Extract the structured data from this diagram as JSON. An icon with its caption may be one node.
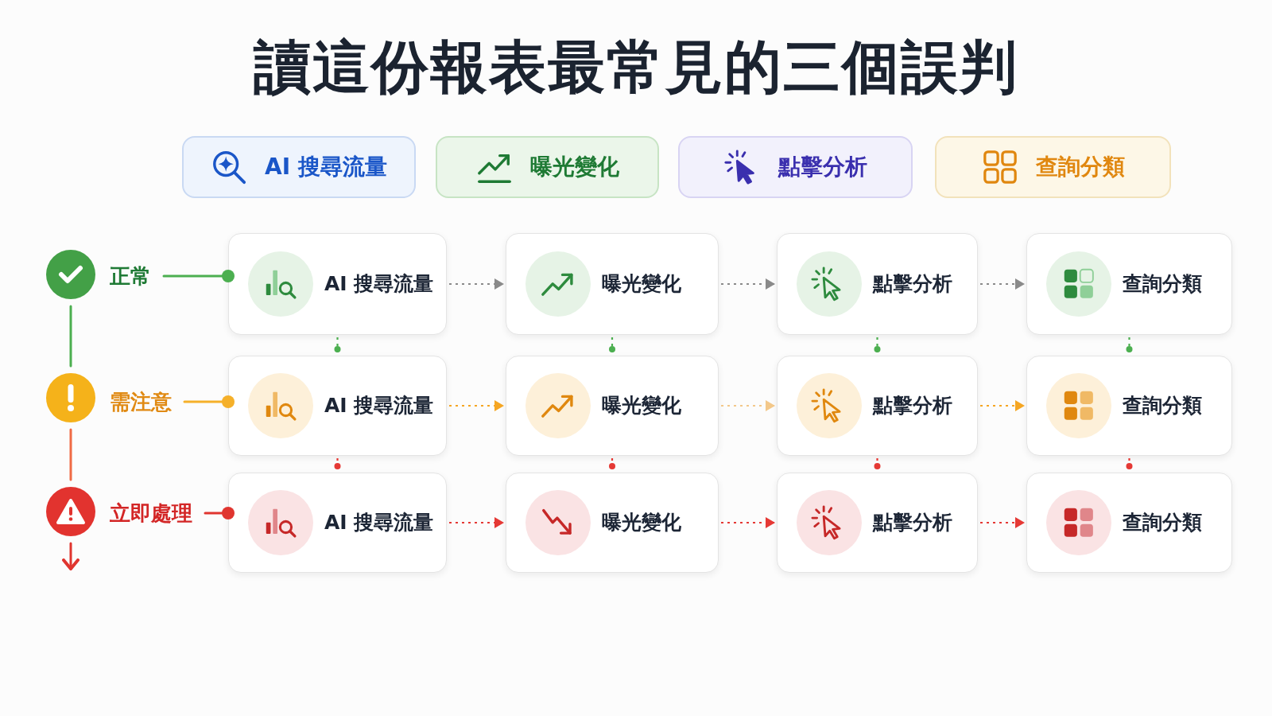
{
  "diagram": {
    "title": "讀這份報表最常見的三個誤判",
    "nodes": [
      {
        "text": [
          "AI 搜尋流量"
        ]
      },
      {
        "text": [
          "曝光變化"
        ]
      },
      {
        "text": [
          "點擊分析"
        ]
      },
      {
        "text": [
          "查詢分類"
        ]
      },
      {
        "text": [],
        "shape": "circle"
      },
      {
        "text": [
          "正常"
        ]
      },
      {
        "text": [
          "AI 搜尋流量"
        ]
      },
      {
        "text": [
          "曝光變化"
        ]
      },
      {
        "text": [
          "點擊分析"
        ]
      },
      {
        "text": [
          "查詢分類"
        ]
      },
      {
        "text": [],
        "shape": "circle"
      },
      {
        "text": [
          "需注意"
        ]
      },
      {
        "text": [
          "AI 搜尋流量"
        ]
      },
      {
        "text": [
          "曝光變化"
        ]
      },
      {
        "text": [
          "點擊分析"
        ]
      },
      {
        "text": [
          "查詢分類"
        ]
      },
      {
        "text": [],
        "shape": "circle"
      },
      {
        "text": [
          "立即處理"
        ]
      },
      {
        "text": [
          "AI 搜尋流量"
        ]
      },
      {
        "text": [
          "曝光變化"
        ]
      },
      {
        "text": [
          "點擊分析"
        ]
      },
      {
        "text": [
          "查詢分類"
        ]
      }
    ],
    "edges": [
      {
        "from": 5,
        "to": 6,
        "arrow": "other",
        "color": "#4caf50"
      },
      {
        "from": 11,
        "to": 12,
        "arrow": "other",
        "color": "#f5b02a"
      },
      {
        "from": 17,
        "to": 18,
        "arrow": "other",
        "color": "#e0352f"
      },
      {
        "from": 4,
        "to": 10,
        "arrow": "none",
        "color": "#4caf50"
      },
      {
        "from": 10,
        "to": 16,
        "arrow": "none",
        "color": "#ef6b45"
      },
      {
        "from": 16,
        "to": null,
        "arrow": "to",
        "color": "#e0352f"
      },
      {
        "from": 6,
        "to": 7,
        "arrow": "to",
        "style": "dashed",
        "color": "#8a8a8a"
      },
      {
        "from": 7,
        "to": 8,
        "arrow": "to",
        "style": "dashed",
        "color": "#8a8a8a"
      },
      {
        "from": 8,
        "to": 9,
        "arrow": "to",
        "style": "dashed",
        "color": "#8a8a8a"
      },
      {
        "from": 12,
        "to": 13,
        "arrow": "to",
        "style": "dashed",
        "color": "#f5a623"
      },
      {
        "from": 13,
        "to": 14,
        "arrow": "to",
        "style": "dashed",
        "color": "#f3c88a"
      },
      {
        "from": 14,
        "to": 15,
        "arrow": "to",
        "style": "dashed",
        "color": "#f5a623"
      },
      {
        "from": 18,
        "to": 19,
        "arrow": "to",
        "style": "dashed",
        "color": "#e53935"
      },
      {
        "from": 19,
        "to": 20,
        "arrow": "to",
        "style": "dashed",
        "color": "#e53935"
      },
      {
        "from": 20,
        "to": 21,
        "arrow": "to",
        "style": "dashed",
        "color": "#e53935"
      },
      {
        "from": 6,
        "to": 12,
        "arrow": "other",
        "style": "dashed",
        "color": "#4caf50"
      },
      {
        "from": 7,
        "to": 13,
        "arrow": "other",
        "style": "dashed",
        "color": "#4caf50"
      },
      {
        "from": 8,
        "to": 14,
        "arrow": "other",
        "style": "dashed",
        "color": "#4caf50"
      },
      {
        "from": 9,
        "to": 15,
        "arrow": "other",
        "style": "dashed",
        "color": "#4caf50"
      },
      {
        "from": 12,
        "to": 18,
        "arrow": "other",
        "style": "dashed",
        "color": "#e53935"
      },
      {
        "from": 13,
        "to": 19,
        "arrow": "other",
        "style": "dashed",
        "color": "#e53935"
      },
      {
        "from": 14,
        "to": 20,
        "arrow": "other",
        "style": "dashed",
        "color": "#e53935"
      },
      {
        "from": 15,
        "to": 21,
        "arrow": "other",
        "style": "dashed",
        "color": "#e53935"
      }
    ]
  }
}
